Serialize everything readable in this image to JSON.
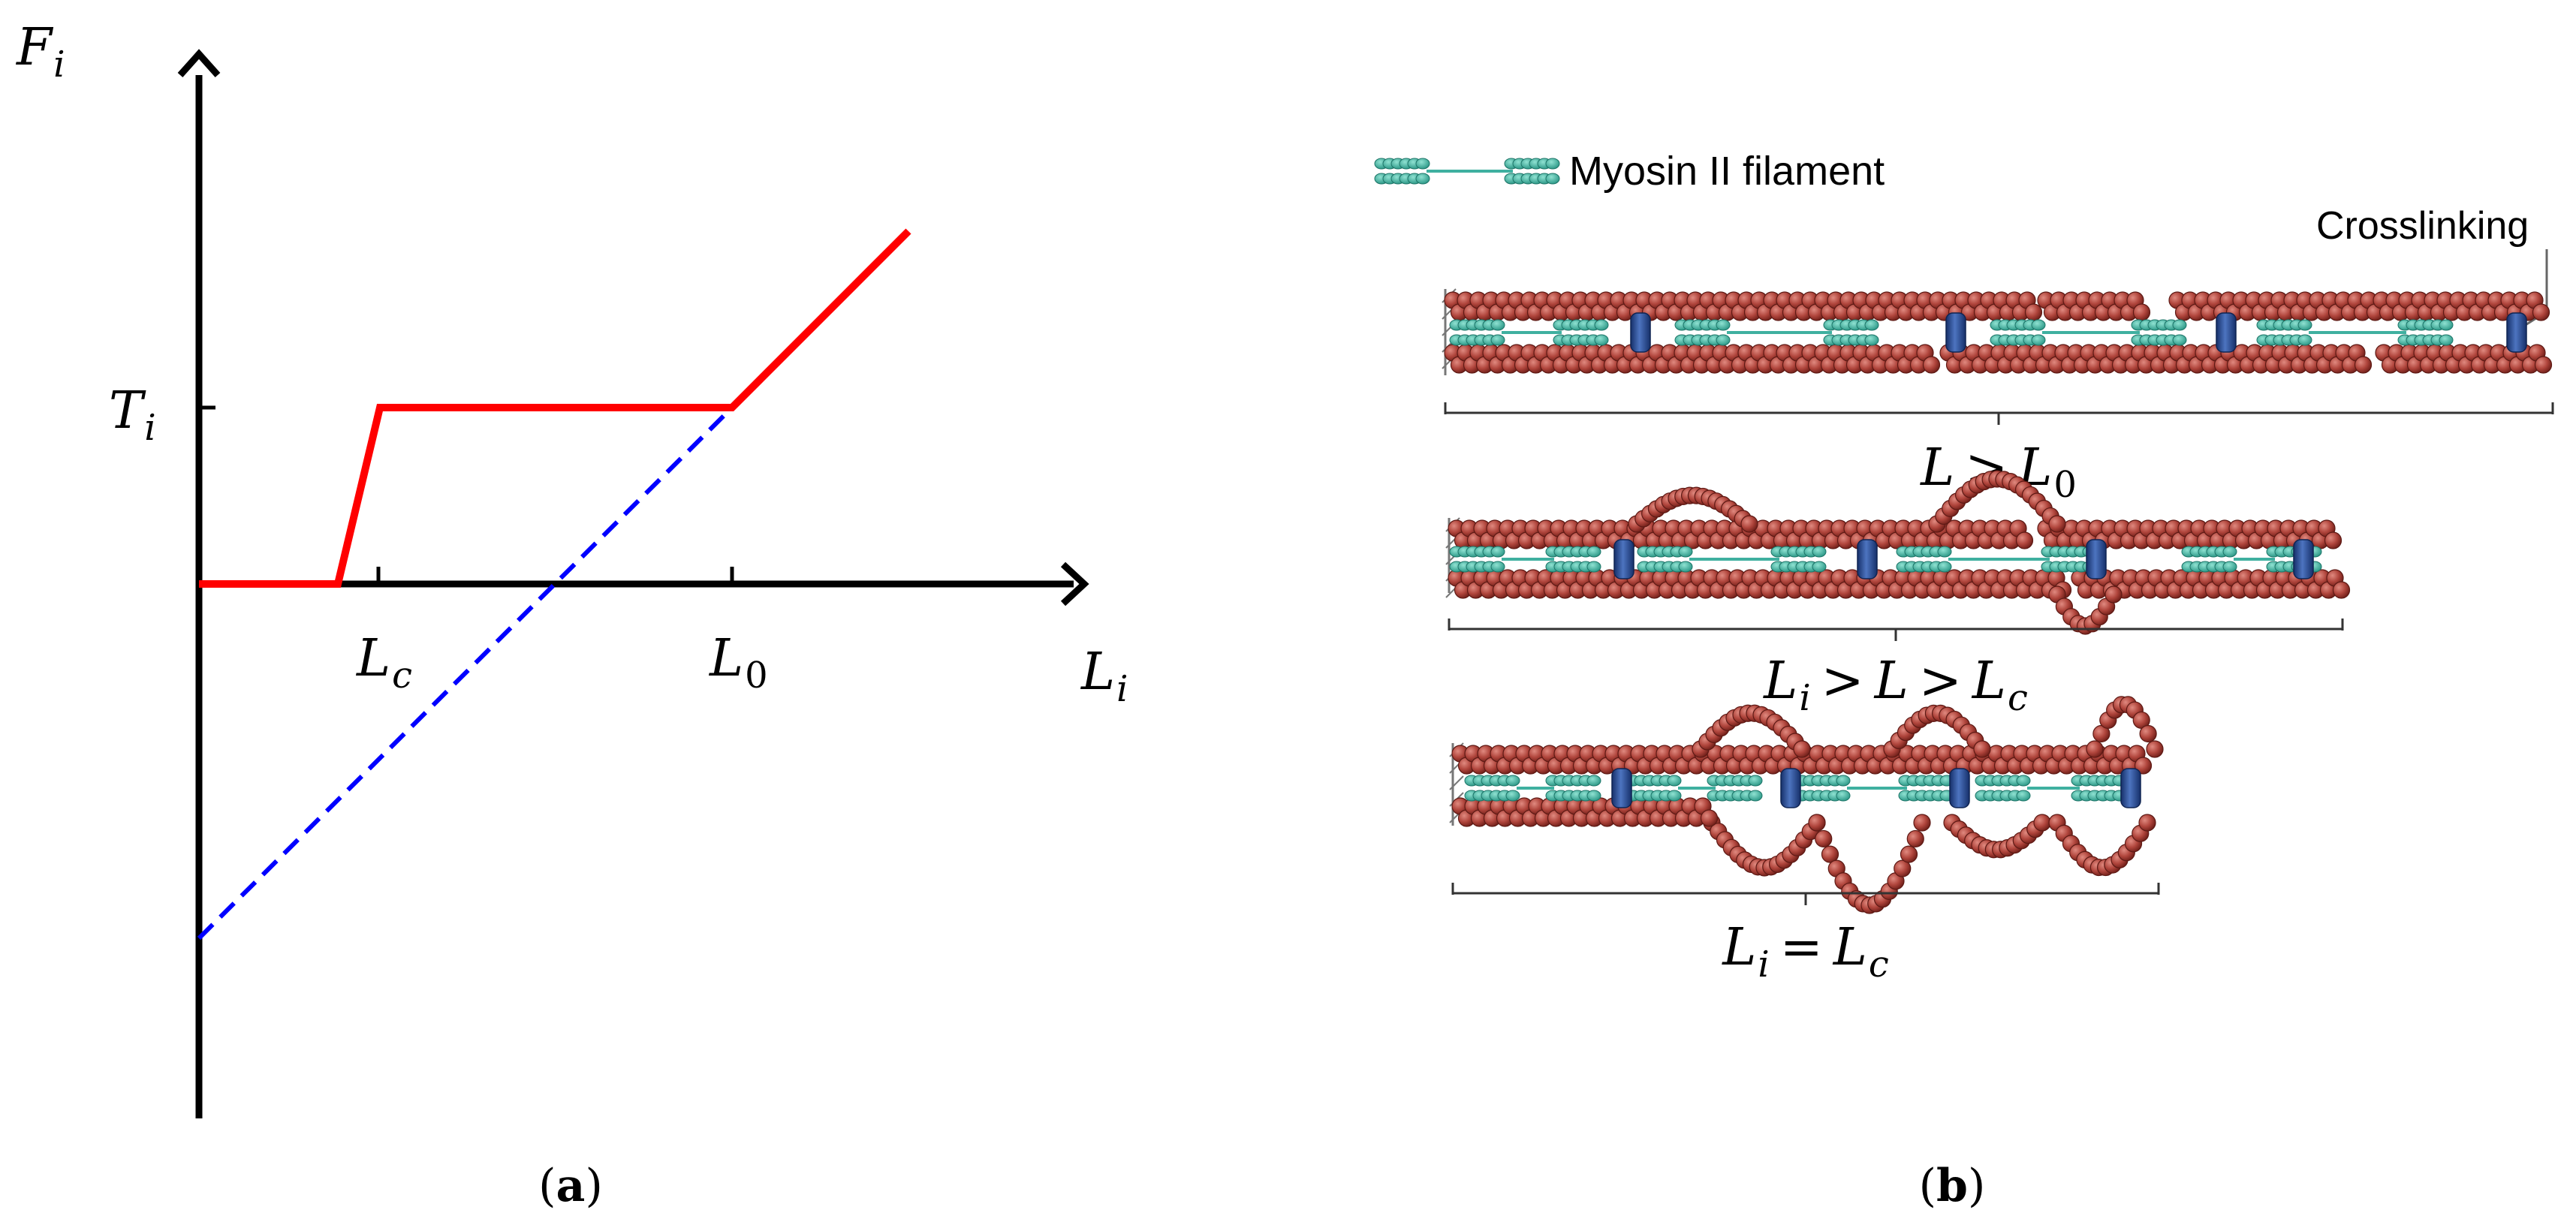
{
  "panel_a": {
    "caption_open": "(",
    "caption_letter": "a",
    "caption_close": ")",
    "y_axis_label": {
      "main": "F",
      "sub": "i"
    },
    "x_axis_label": {
      "main": "L",
      "sub": "i"
    },
    "tick_Ti": {
      "main": "T",
      "sub": "i"
    },
    "tick_Lc": {
      "main": "L",
      "sub": "c"
    },
    "tick_L0": {
      "main": "L",
      "sub": "0"
    },
    "colors": {
      "force_curve": "#ff0000",
      "elastic_line": "#0000ff",
      "axes": "#000000"
    }
  },
  "panel_b": {
    "caption_open": "(",
    "caption_letter": "b",
    "caption_close": ")",
    "legend_myosin": "Myosin II filament",
    "label_crosslinking": "Crosslinking",
    "state1": {
      "a": "L",
      "op": ">",
      "b": "L",
      "b_sub": "0"
    },
    "state2": {
      "a": "L",
      "a_sub": "i",
      "op1": ">",
      "b": "L",
      "op2": ">",
      "c": "L",
      "c_sub": "c"
    },
    "state3": {
      "a": "L",
      "a_sub": "i",
      "op": "=",
      "b": "L",
      "b_sub": "c"
    },
    "colors": {
      "actin": "#a83a32",
      "myosin": "#3fb0a0",
      "crosslinker": "#24458a"
    }
  }
}
